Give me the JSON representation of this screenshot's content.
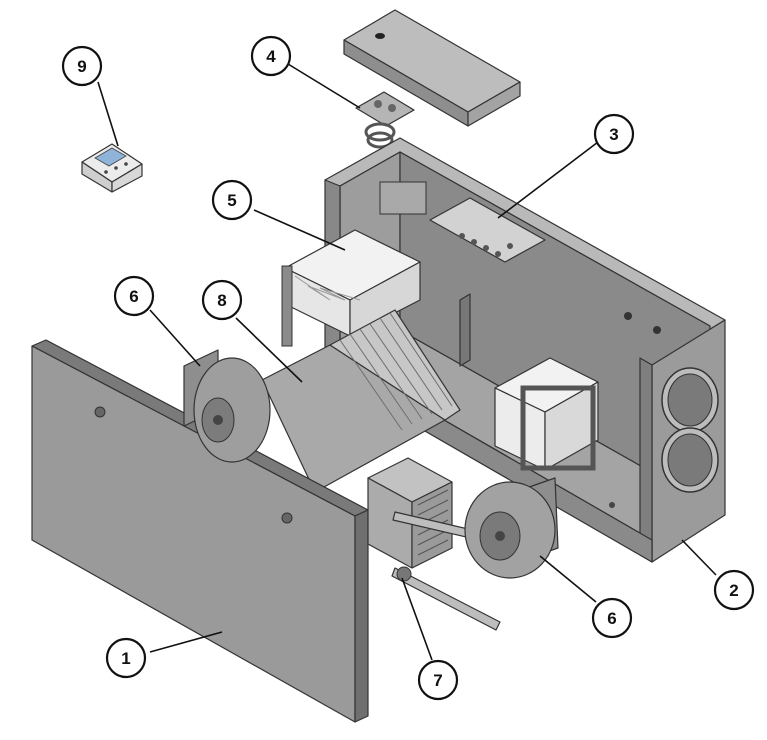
{
  "diagram": {
    "callouts": [
      {
        "id": "c1",
        "label": "1"
      },
      {
        "id": "c2",
        "label": "2"
      },
      {
        "id": "c3",
        "label": "3"
      },
      {
        "id": "c4",
        "label": "4"
      },
      {
        "id": "c5",
        "label": "5"
      },
      {
        "id": "c6a",
        "label": "6"
      },
      {
        "id": "c6b",
        "label": "6"
      },
      {
        "id": "c7",
        "label": "7"
      },
      {
        "id": "c8",
        "label": "8"
      },
      {
        "id": "c9",
        "label": "9"
      }
    ]
  },
  "colors": {
    "metal_light": "#c9c9c9",
    "metal_mid": "#a8a8a8",
    "metal_dark": "#7e7e7e",
    "panel": "#9a9a9a",
    "filter_white": "#f4f4f4",
    "outline": "#333333"
  }
}
